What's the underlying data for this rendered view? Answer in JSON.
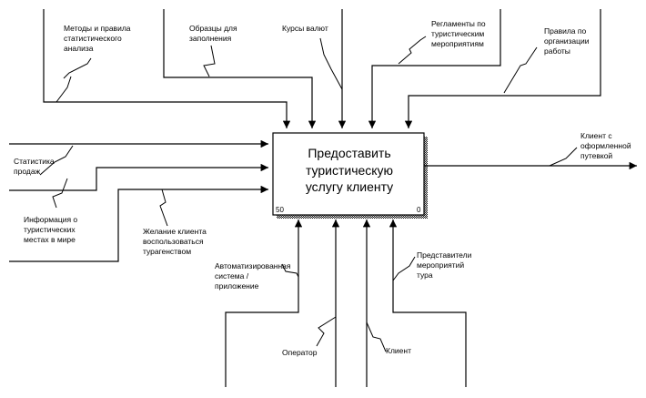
{
  "function_box": {
    "title_lines": [
      "Предоставить",
      "туристическую",
      "услугу клиенту"
    ],
    "cost": "50",
    "node": "0"
  },
  "controls": [
    {
      "lines": [
        "Методы и правила",
        "статистического",
        "анализа"
      ]
    },
    {
      "lines": [
        "Образцы для",
        "заполнения"
      ]
    },
    {
      "lines": [
        "Курсы валют"
      ]
    },
    {
      "lines": [
        "Регламенты по",
        "туристическим",
        "мероприятиям"
      ]
    },
    {
      "lines": [
        "Правила по",
        "организации",
        "работы"
      ]
    }
  ],
  "inputs": [
    {
      "lines": [
        "Статистика",
        "продаж"
      ]
    },
    {
      "lines": [
        "Информация о",
        "туристических",
        "местах в мире"
      ]
    },
    {
      "lines": [
        "Желание клиента",
        "воспользоваться",
        "турагенством"
      ]
    }
  ],
  "outputs": [
    {
      "lines": [
        "Клиент с",
        "оформленной",
        "путевкой"
      ]
    }
  ],
  "mechanisms": [
    {
      "lines": [
        "Автоматизированная",
        "система /",
        "приложение"
      ]
    },
    {
      "lines": [
        "Оператор"
      ]
    },
    {
      "lines": [
        "Клиент"
      ]
    },
    {
      "lines": [
        "Представители",
        "мероприятий",
        "тура"
      ]
    }
  ]
}
